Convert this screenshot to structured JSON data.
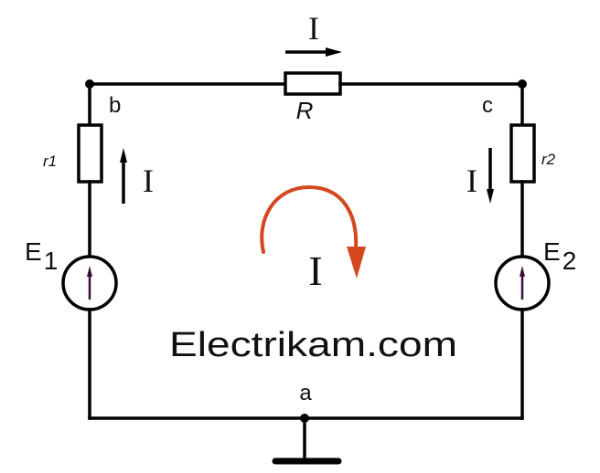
{
  "labels": {
    "top_current": "I",
    "resistor_R": "R",
    "node_b": "b",
    "node_c": "c",
    "node_a": "a",
    "r1": "r1",
    "r2": "r2",
    "left_current": "I",
    "right_current": "I",
    "loop_current": "I",
    "E1": {
      "main": "E",
      "sub": "1"
    },
    "E2": {
      "main": "E",
      "sub": "2"
    },
    "watermark": "Electrikam.com"
  },
  "colors": {
    "background": "#ffffff",
    "wire": "#000000",
    "loop_arrow": "#d4471f",
    "source_arrow": "#3a0d3a"
  }
}
